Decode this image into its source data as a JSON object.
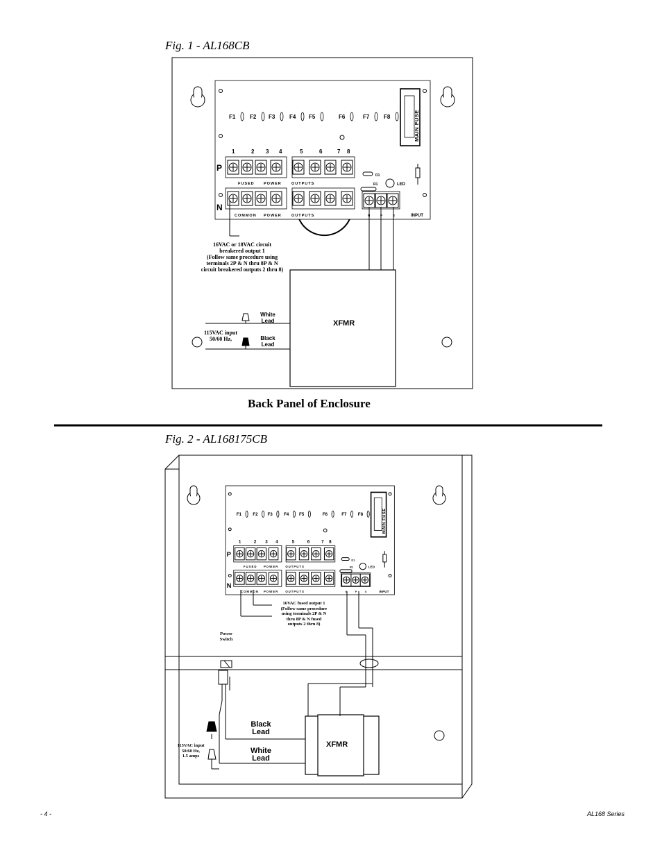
{
  "page": {
    "fig1_title": "Fig. 1 -  AL168CB",
    "fig2_title": "Fig. 2 - AL168175CB",
    "back_panel_caption": "Back Panel of Enclosure",
    "page_number": "- 4 -",
    "series_label": "AL168 Series"
  },
  "board": {
    "fuses": [
      "F1",
      "F2",
      "F3",
      "F4",
      "F5",
      "F6",
      "F7",
      "F8"
    ],
    "output_numbers": [
      "1",
      "2",
      "3",
      "4",
      "5",
      "6",
      "7",
      "8"
    ],
    "p_label": "P",
    "n_label": "N",
    "fused_label": "FUSED",
    "power_label": "POWER",
    "outputs_label": "OUTPUTS",
    "common_label": "COMMON",
    "main_fuse_label": "MAIN FUSE",
    "d1_label": "D1",
    "r1_label": "R1",
    "led_label": "LED",
    "input_label": "INPUT",
    "input_terminals": [
      "N",
      "P",
      "S"
    ]
  },
  "fig1": {
    "note_lines": [
      "16VAC or 18VAC circuit",
      "breakered output 1",
      "(Follow same procedure using",
      "terminals 2P & N thru 8P & N",
      "circuit breakered outputs 2 thru 8)"
    ],
    "white_lead": [
      "White",
      "Lead"
    ],
    "black_lead": [
      "Black",
      "Lead"
    ],
    "input_lines": [
      "115VAC input",
      "50/60 Hz,"
    ],
    "xfmr_label": "XFMR"
  },
  "fig2": {
    "note_lines": [
      "16VAC fused output 1",
      "(Follow same procedure",
      "using terminals 2P & N",
      "thru 8P & N fused",
      "outputs 2 thru 8)"
    ],
    "power_switch": [
      "Power",
      "Switch"
    ],
    "black_lead": [
      "Black",
      "Lead"
    ],
    "white_lead": [
      "White",
      "Lead"
    ],
    "input_lines": [
      "115VAC input",
      "50/60 Hz,",
      "1.5 amps"
    ],
    "xfmr_label": "XFMR"
  }
}
